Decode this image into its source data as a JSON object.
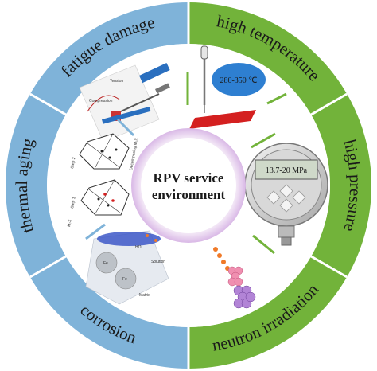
{
  "diagram": {
    "center": {
      "line1": "RPV service",
      "line2": "environment"
    },
    "segments": [
      {
        "id": "fatigue",
        "label": "fatigue damage",
        "color": "#7fb3d9"
      },
      {
        "id": "high-temp",
        "label": "high temperature",
        "color": "#72b33a"
      },
      {
        "id": "high-pressure",
        "label": "high pressure",
        "color": "#72b33a"
      },
      {
        "id": "neutron",
        "label": "neutron irradiation",
        "color": "#72b33a"
      },
      {
        "id": "corrosion",
        "label": "corrosion",
        "color": "#7fb3d9"
      },
      {
        "id": "thermal-aging",
        "label": "thermal aging",
        "color": "#7fb3d9"
      }
    ],
    "temperature_value": "280-350 ℃",
    "pressure_value": "13.7-20 MPa",
    "illustration_labels": {
      "fatigue_tension": "Tension",
      "fatigue_compression": "Compression",
      "aging_step1": "Step 1",
      "aging_step2": "Step 2",
      "aging_decomp": "Decomposing M₇X",
      "aging_phase": "M₇X",
      "corrosion_fe1": "Fe",
      "corrosion_fe2": "Fe",
      "corrosion_matrix": "Matrix",
      "corrosion_solution": "Solution",
      "corrosion_ho": "HO"
    }
  }
}
